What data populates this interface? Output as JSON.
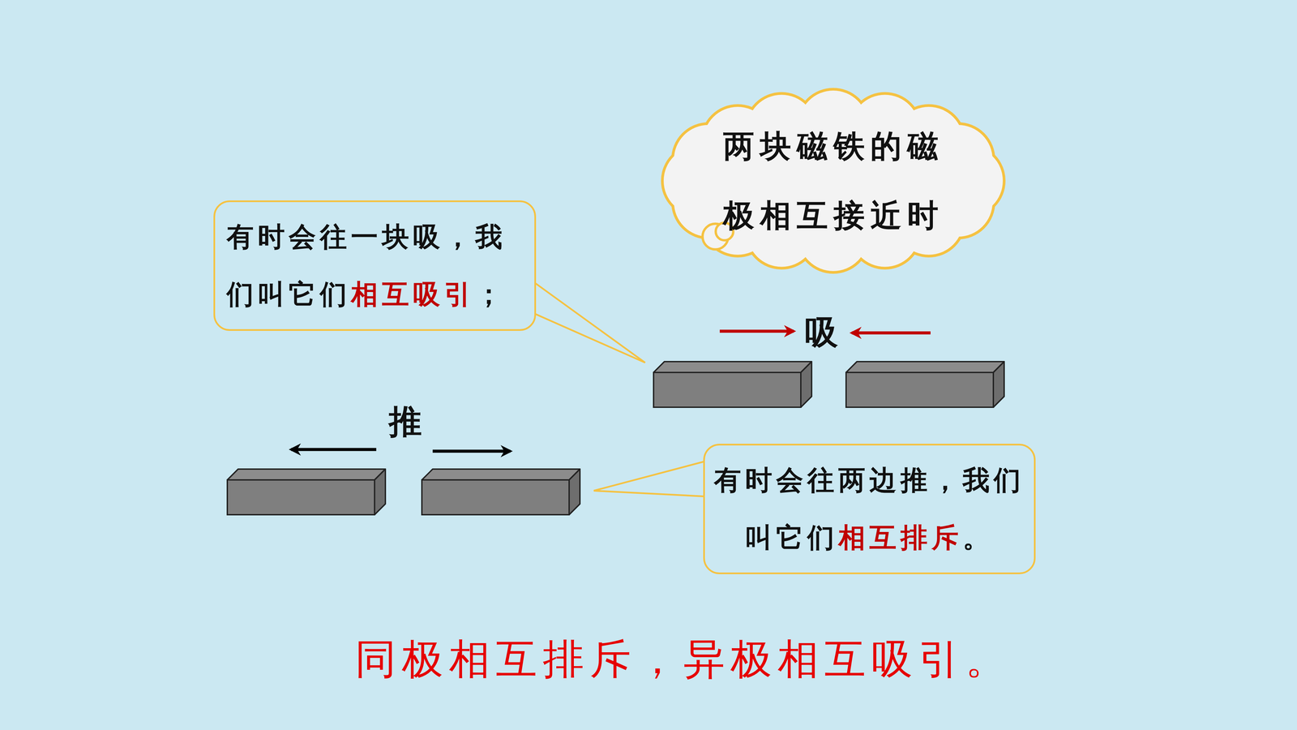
{
  "diagram": {
    "nodes": [
      {
        "text": [
          "两块磁铁的磁极相互接近时"
        ]
      },
      {
        "text": [
          "有时会往一块吸，我们叫它们",
          "相互吸引",
          "；"
        ]
      },
      {
        "text": [
          "有时会往两边推，我们叫它们",
          "相互排斥",
          "。"
        ]
      }
    ],
    "labels": [
      "吸",
      "推",
      "同极相互排斥，异极相互吸引。"
    ]
  }
}
